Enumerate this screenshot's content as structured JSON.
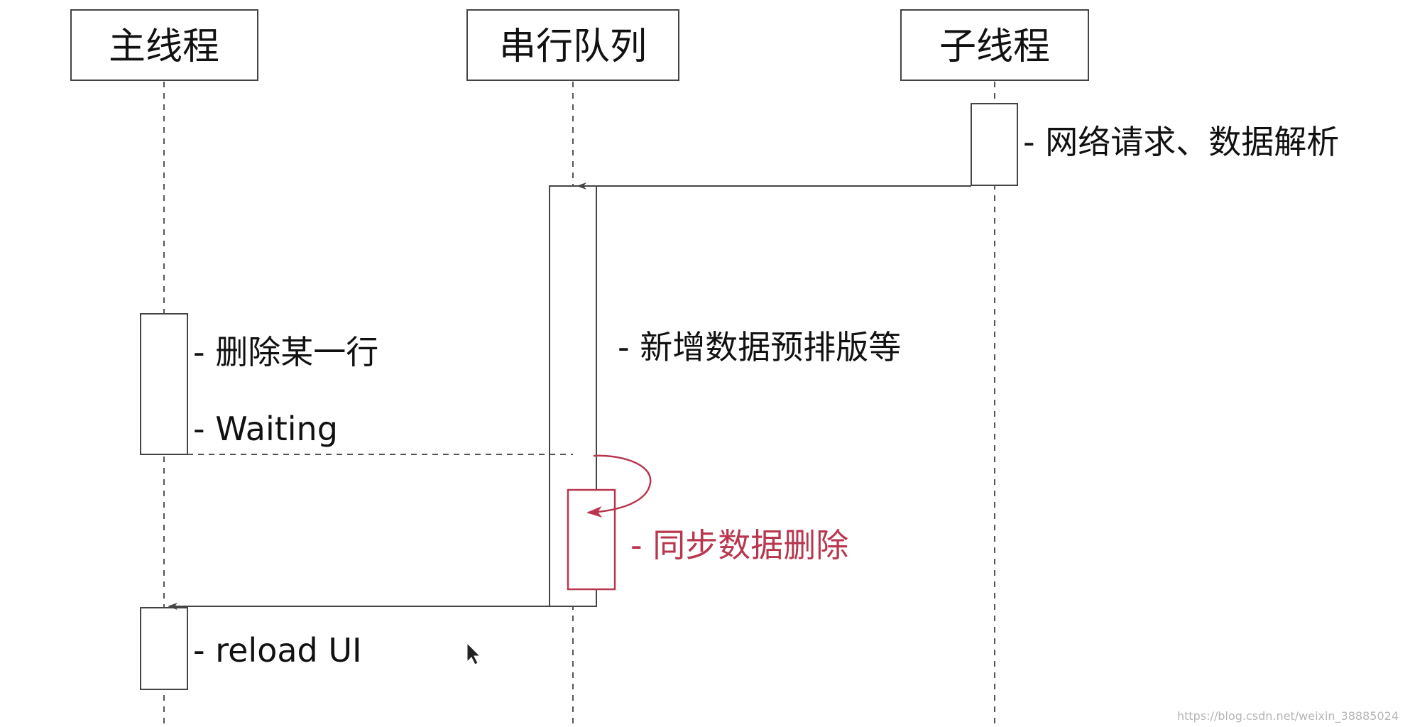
{
  "participants": [
    {
      "id": "main",
      "label": "主线程"
    },
    {
      "id": "serial",
      "label": "串行队列"
    },
    {
      "id": "sub",
      "label": "子线程"
    }
  ],
  "notes": {
    "network": "- 网络请求、数据解析",
    "prelayout": "- 新增数据预排版等",
    "delete_row": "- 删除某一行",
    "waiting": "- Waiting",
    "sync_delete": "- 同步数据删除",
    "reload": "- reload UI"
  },
  "watermark": "https://blog.csdn.net/weixin_38885024",
  "colors": {
    "line": "#555555",
    "box": "#444444",
    "accent": "#b8374e"
  }
}
